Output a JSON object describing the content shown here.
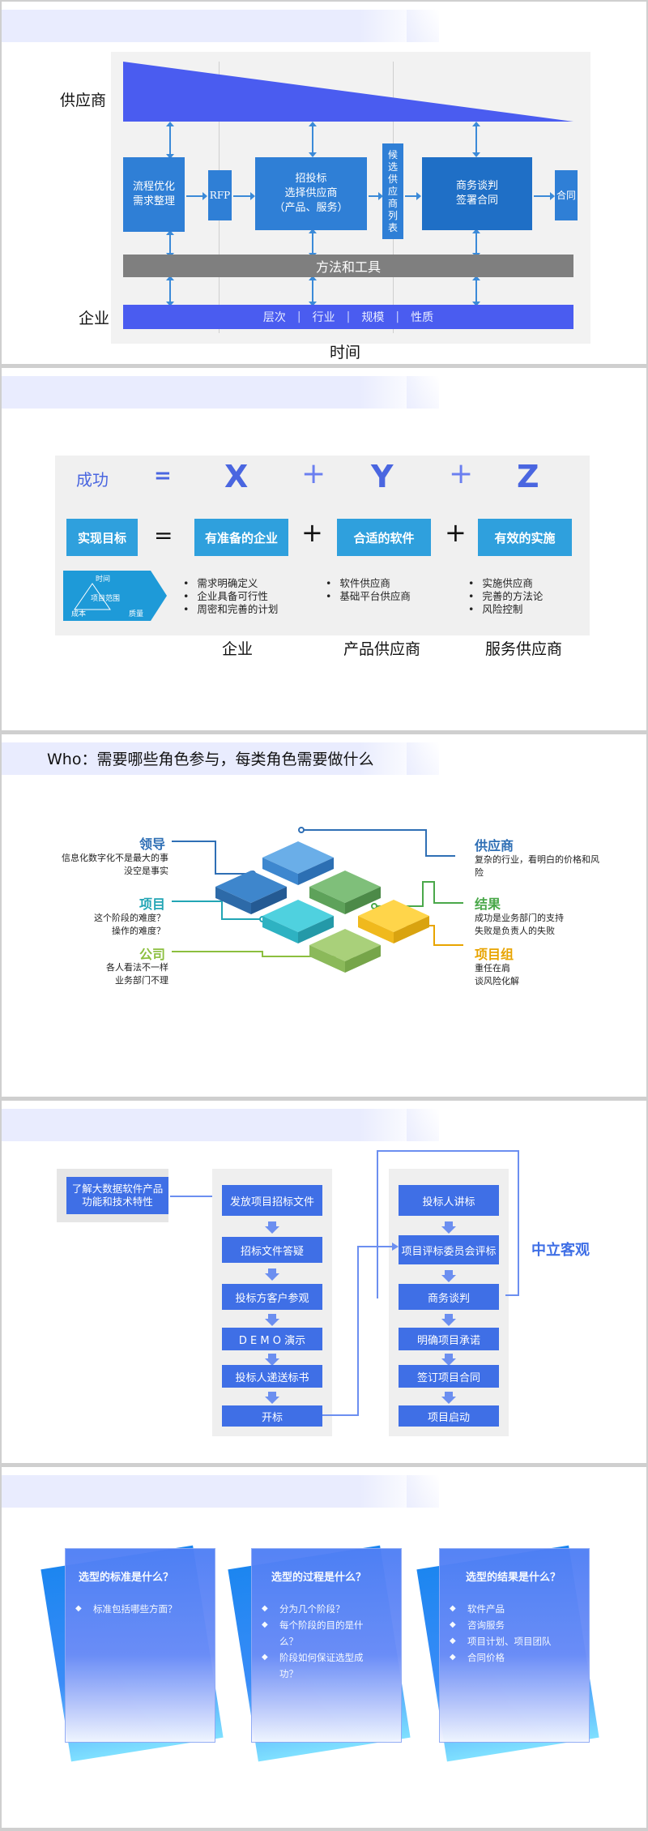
{
  "slide1": {
    "supplier_label": "供应商",
    "enterprise_label": "企业",
    "time_label": "时间",
    "box_process": "流程优化\n需求整理",
    "box_rfp": "RFP",
    "box_bidding": "招投标\n选择供应商\n（产品、服务）",
    "box_shortlist": "候\n选\n供\n应\n商\n列\n表",
    "box_negotiation": "商务谈判\n签署合同",
    "box_contract": "合同",
    "methods_bar": "方法和工具",
    "levels": [
      "层次",
      "行业",
      "规模",
      "性质"
    ]
  },
  "slide2": {
    "success": "成功",
    "eq": "=",
    "x": "X",
    "y": "Y",
    "z": "Z",
    "plus": "+",
    "goal": "实现目标",
    "term1": "有准备的企业",
    "term2": "合适的软件",
    "term3": "有效的实施",
    "triangle_top": "时间",
    "triangle_center": "项目范围",
    "triangle_left": "成本",
    "triangle_right": "质量",
    "list1": [
      "需求明确定义",
      "企业具备可行性",
      "周密和完善的计划"
    ],
    "list2": [
      "软件供应商",
      "基础平台供应商"
    ],
    "list3": [
      "实施供应商",
      "完善的方法论",
      "风险控制"
    ],
    "col1": "企业",
    "col2": "产品供应商",
    "col3": "服务供应商"
  },
  "slide3": {
    "title": "Who：需要哪些角色参与，每类角色需要做什么",
    "leader_title": "领导",
    "leader_desc": "信息化数字化不是最大的事\n没空是事实",
    "project_title": "项目",
    "project_desc": "这个阶段的难度？\n操作的难度？",
    "company_title": "公司",
    "company_desc": "各人看法不一样\n业务部门不理",
    "supplier_title": "供应商",
    "supplier_desc": "复杂的行业，看明白的价格和风\n险",
    "result_title": "结果",
    "result_desc": "成功是业务部门的支持\n失败是负责人的失败",
    "team_title": "项目组",
    "team_desc": "重任在肩\n谈风险化解",
    "colors": {
      "leader": "#2f6fb5",
      "project": "#22a5b5",
      "company": "#8cbf3f",
      "supplier": "#2f6fb5",
      "result": "#4aa84a",
      "team": "#e8a400"
    }
  },
  "slide4": {
    "intro": "了解大数据软件产品\n功能和技术特性",
    "left_steps": [
      "发放项目招标文件",
      "招标文件答疑",
      "投标方客户参观",
      "D E M O 演示",
      "投标人递送标书",
      "开标"
    ],
    "right_steps": [
      "投标人讲标",
      "项目评标委员会评标",
      "商务谈判",
      "明确项目承诺",
      "签订项目合同",
      "项目启动"
    ],
    "neutral": "中立客观"
  },
  "slide5": {
    "cards": [
      {
        "title": "选型的标准是什么？",
        "items": [
          "标准包括哪些方面？"
        ]
      },
      {
        "title": "选型的过程是什么？",
        "items": [
          "分为几个阶段？",
          "每个阶段的目的是什么？",
          "阶段如何保证选型成功？"
        ]
      },
      {
        "title": "选型的结果是什么？",
        "items": [
          "软件产品",
          "咨询服务",
          "项目计划、项目团队",
          "合同价格"
        ]
      }
    ]
  }
}
